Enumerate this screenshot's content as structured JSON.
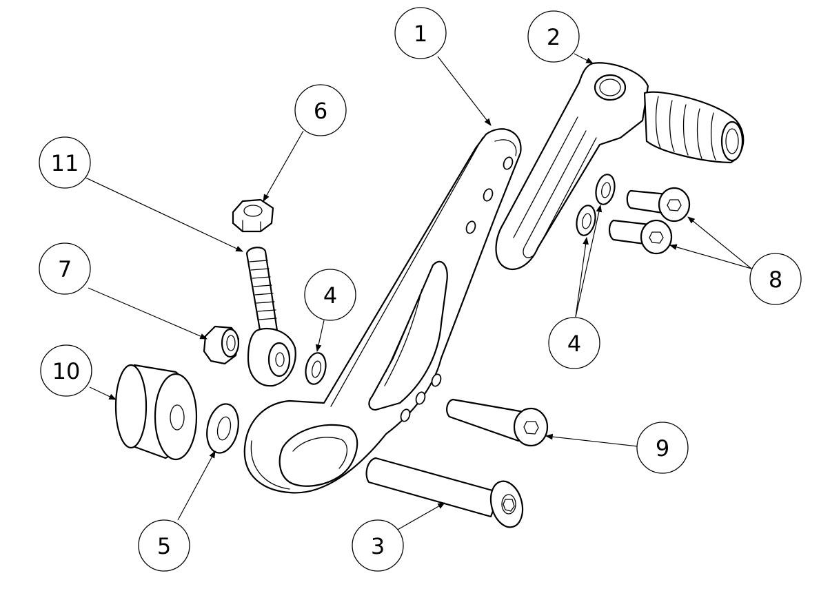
{
  "diagram": {
    "title": "Rear set exploded view",
    "callouts": [
      {
        "id": "c1",
        "number": "1"
      },
      {
        "id": "c2",
        "number": "2"
      },
      {
        "id": "c3",
        "number": "3"
      },
      {
        "id": "c4a",
        "number": "4"
      },
      {
        "id": "c4b",
        "number": "4"
      },
      {
        "id": "c5",
        "number": "5"
      },
      {
        "id": "c6",
        "number": "6"
      },
      {
        "id": "c7",
        "number": "7"
      },
      {
        "id": "c8",
        "number": "8"
      },
      {
        "id": "c9",
        "number": "9"
      },
      {
        "id": "c10",
        "number": "10"
      },
      {
        "id": "c11",
        "number": "11"
      }
    ]
  }
}
